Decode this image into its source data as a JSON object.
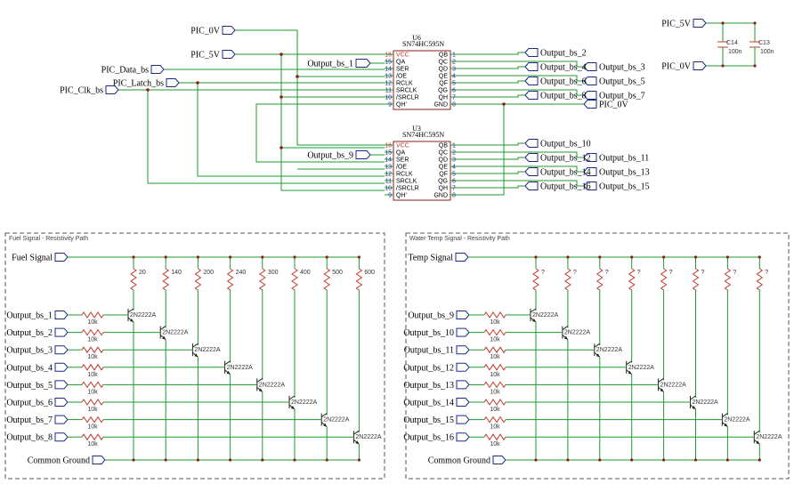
{
  "top": {
    "pic_0v": "PIC_0V",
    "pic_5v": "PIC_5V",
    "pic_data": "PIC_Data_bs",
    "pic_latch": "PIC_Latch_bs",
    "pic_clk": "PIC_Clk_bs",
    "out_bs_1": "Output_bs_1",
    "out_bs_9": "Output_bs_9",
    "pic_0v_out": "PIC_0V"
  },
  "power": {
    "pic_5v": "PIC_5V",
    "pic_0v": "PIC_0V",
    "caps": [
      {
        "ref": "C14",
        "value": "100n"
      },
      {
        "ref": "C13",
        "value": "100n"
      }
    ]
  },
  "chips": [
    {
      "ref": "U6",
      "part": "SN74HC595N",
      "left_pins": [
        {
          "num": "16",
          "name": "VCC",
          "red": true
        },
        {
          "num": "15",
          "name": "QA"
        },
        {
          "num": "14",
          "name": "SER"
        },
        {
          "num": "13",
          "name": "/OE"
        },
        {
          "num": "12",
          "name": "RCLK"
        },
        {
          "num": "11",
          "name": "SRCLK"
        },
        {
          "num": "10",
          "name": "/SRCLR"
        },
        {
          "num": "9",
          "name": "QH'"
        }
      ],
      "right_pins": [
        {
          "num": "1",
          "name": "QB",
          "net": "Output_bs_2"
        },
        {
          "num": "2",
          "name": "QC",
          "net": "Output_bs_3"
        },
        {
          "num": "3",
          "name": "QD",
          "net": "Output_bs_4"
        },
        {
          "num": "4",
          "name": "QE",
          "net": "Output_bs_5"
        },
        {
          "num": "5",
          "name": "QF",
          "net": "Output_bs_6"
        },
        {
          "num": "6",
          "name": "QG",
          "net": "Output_bs_7"
        },
        {
          "num": "7",
          "name": "QH",
          "net": "Output_bs_8"
        },
        {
          "num": "8",
          "name": "GND",
          "net": "PIC_0V"
        }
      ]
    },
    {
      "ref": "U3",
      "part": "SN74HC595N",
      "left_pins": [
        {
          "num": "16",
          "name": "VCC",
          "red": true
        },
        {
          "num": "15",
          "name": "QA"
        },
        {
          "num": "14",
          "name": "SER"
        },
        {
          "num": "13",
          "name": "/OE"
        },
        {
          "num": "12",
          "name": "RCLK"
        },
        {
          "num": "11",
          "name": "SRCLK"
        },
        {
          "num": "10",
          "name": "/SRCLR"
        },
        {
          "num": "9",
          "name": "QH'"
        }
      ],
      "right_pins": [
        {
          "num": "1",
          "name": "QB",
          "net": "Output_bs_10"
        },
        {
          "num": "2",
          "name": "QC",
          "net": "Output_bs_11"
        },
        {
          "num": "3",
          "name": "QD",
          "net": "Output_bs_12"
        },
        {
          "num": "4",
          "name": "QE",
          "net": "Output_bs_13"
        },
        {
          "num": "5",
          "name": "QF",
          "net": "Output_bs_14"
        },
        {
          "num": "6",
          "name": "QG",
          "net": "Output_bs_15"
        },
        {
          "num": "7",
          "name": "QH",
          "net": "Output_bs_16"
        },
        {
          "num": "8",
          "name": "GND",
          "net": ""
        }
      ]
    }
  ],
  "panels": [
    {
      "title": "Fuel Signal - Resistivity Path",
      "signal": "Fuel Signal",
      "ground": "Common Ground",
      "transistor": "2N2222A",
      "base_resistor": "10k",
      "inputs": [
        "Output_bs_1",
        "Output_bs_2",
        "Output_bs_3",
        "Output_bs_4",
        "Output_bs_5",
        "Output_bs_6",
        "Output_bs_7",
        "Output_bs_8"
      ],
      "resistors": [
        "20",
        "140",
        "200",
        "240",
        "300",
        "400",
        "500",
        "600"
      ]
    },
    {
      "title": "Water Temp Signal - Resistivity Path",
      "signal": "Temp Signal",
      "ground": "Common Ground",
      "transistor": "2N2222A",
      "base_resistor": "10k",
      "inputs": [
        "Output_bs_9",
        "Output_bs_10",
        "Output_bs_11",
        "Output_bs_12",
        "Output_bs_13",
        "Output_bs_14",
        "Output_bs_15",
        "Output_bs_16"
      ],
      "resistors": [
        "?",
        "?",
        "?",
        "?",
        "?",
        "?",
        "?",
        "?"
      ]
    }
  ]
}
